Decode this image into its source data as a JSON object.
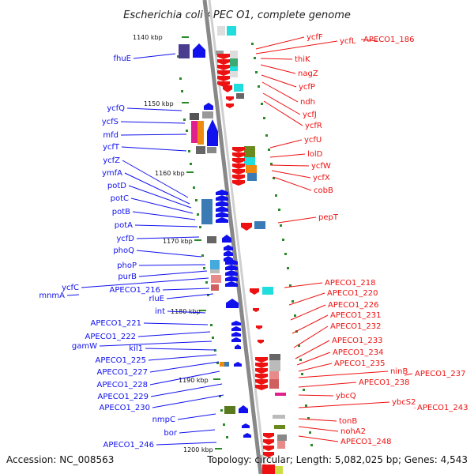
{
  "title": "Escherichia coli APEC O1, complete genome",
  "footer": {
    "accession": "Accession: NC_008563",
    "summary": "Topology: circular; Length: 5,082,025 bp; Genes: 4,543"
  },
  "colors": {
    "forward_strand": "#ee1111",
    "reverse_strand": "#1111ee",
    "backbone": "#888888",
    "tick": "#2a8a2a"
  },
  "ticks": [
    "1140 kbp",
    "1150 kbp",
    "1160 kbp",
    "1170 kbp",
    "1180 kbp",
    "1190 kbp",
    "1200 kbp"
  ],
  "genes_left": [
    "fhuE",
    "ycfQ",
    "ycfS",
    "mfd",
    "ycfT",
    "ycfZ",
    "ymfA",
    "potD",
    "potC",
    "potB",
    "potA",
    "ycfD",
    "phoQ",
    "phoP",
    "purB",
    "ycfC",
    "mnmA",
    "APECO1_216",
    "rluE",
    "int",
    "APECO1_221",
    "APECO1_222",
    "gamW",
    "kil1",
    "APECO1_225",
    "APECO1_227",
    "APECO1_228",
    "APECO1_229",
    "APECO1_230",
    "nmpC",
    "bor",
    "APECO1_246"
  ],
  "genes_right": [
    "ycfF",
    "ycfL",
    "APECO1_186",
    "thiK",
    "nagZ",
    "ycfP",
    "ndh",
    "ycfJ",
    "ycfR",
    "ycfU",
    "lolD",
    "ycfW",
    "ycfX",
    "cobB",
    "pepT",
    "APECO1_218",
    "APECO1_220",
    "APECO1_226",
    "APECO1_231",
    "APECO1_232",
    "APECO1_233",
    "APECO1_234",
    "APECO1_235",
    "ninB",
    "APECO1_237",
    "APECO1_238",
    "ybcQ",
    "ybcS2",
    "APECO1_243",
    "tonB",
    "nohA2",
    "APECO1_248"
  ]
}
